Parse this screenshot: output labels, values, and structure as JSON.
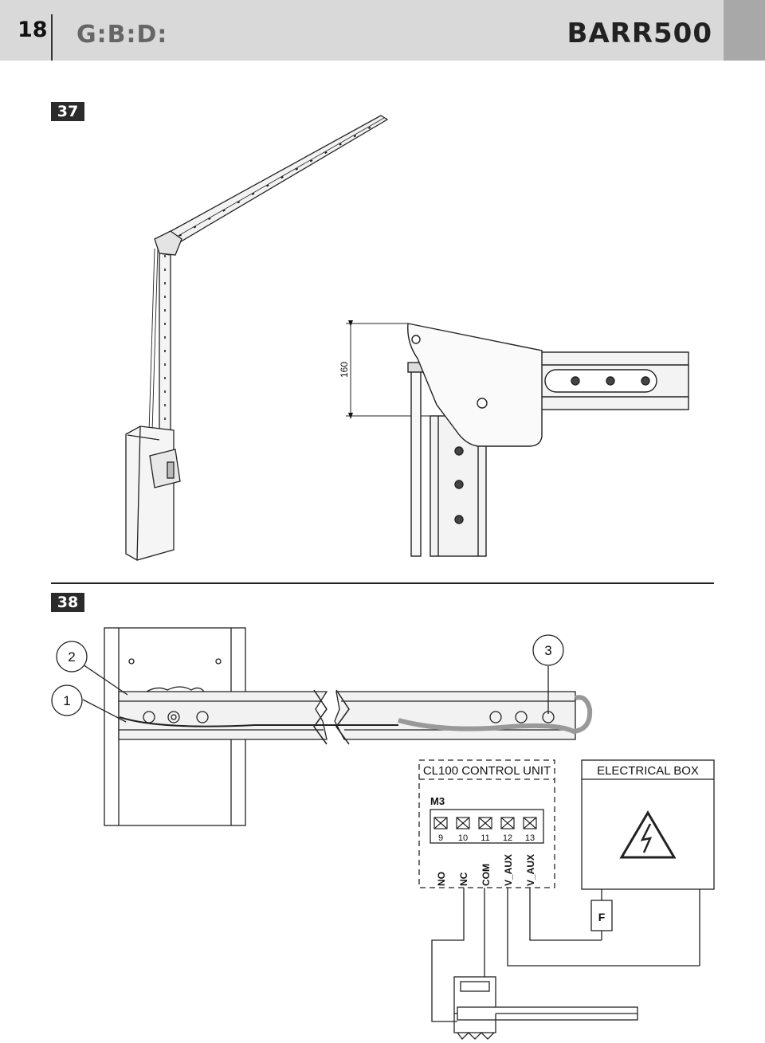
{
  "header": {
    "page_number": "18",
    "brand": "G:B:D:",
    "model": "BARR500"
  },
  "figures": {
    "fig37": {
      "badge": "37",
      "dimension_label": "160"
    },
    "fig38": {
      "badge": "38",
      "callouts": [
        "1",
        "2",
        "3"
      ],
      "control_unit_title": "CL100 CONTROL UNIT",
      "terminal_block_label": "M3",
      "terminals": [
        "9",
        "10",
        "11",
        "12",
        "13"
      ],
      "terminal_signals": [
        "NO",
        "NC",
        "COM",
        "V_AUX",
        "V_AUX"
      ],
      "electrical_box_title": "ELECTRICAL BOX",
      "fuse_label": "F"
    }
  }
}
